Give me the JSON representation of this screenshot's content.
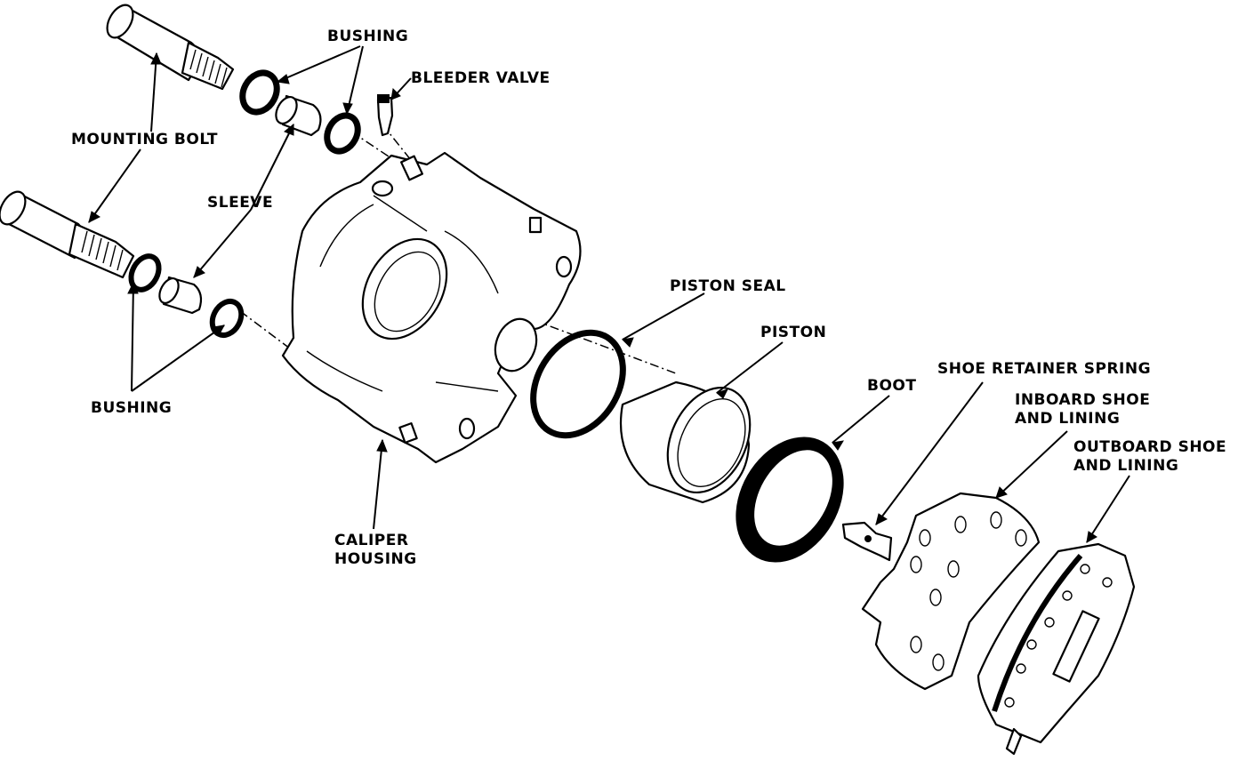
{
  "labels": {
    "bushing_top": "BUSHING",
    "bleeder_valve": "BLEEDER VALVE",
    "mounting_bolt": "MOUNTING BOLT",
    "sleeve": "SLEEVE",
    "bushing_bottom": "BUSHING",
    "caliper_housing_1": "CALIPER",
    "caliper_housing_2": "HOUSING",
    "piston_seal": "PISTON SEAL",
    "piston": "PISTON",
    "boot": "BOOT",
    "shoe_retainer_spring": "SHOE RETAINER SPRING",
    "inboard_shoe_1": "INBOARD SHOE",
    "inboard_shoe_2": "AND LINING",
    "outboard_shoe_1": "OUTBOARD SHOE",
    "outboard_shoe_2": "AND LINING"
  }
}
